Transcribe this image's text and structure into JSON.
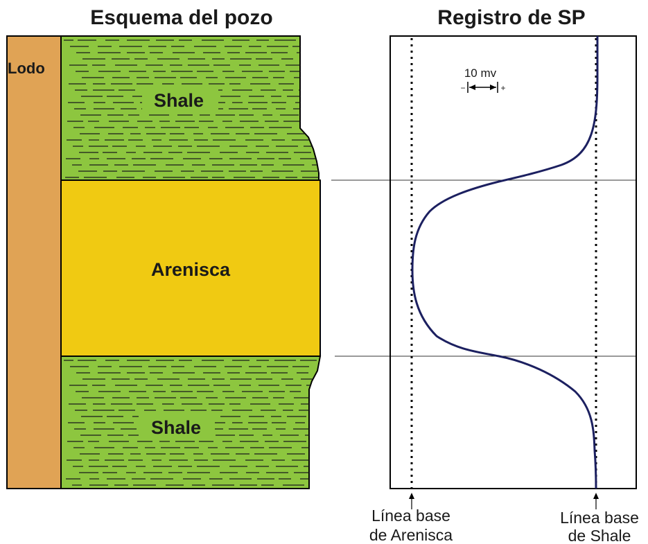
{
  "well_schematic": {
    "title": "Esquema del pozo",
    "mud_label": "Lodo",
    "upper_layer_label": "Shale",
    "middle_layer_label": "Arenisca",
    "lower_layer_label": "Shale",
    "colors": {
      "mud": "#E0A355",
      "shale": "#8DC63F",
      "sandstone": "#F0CA12"
    }
  },
  "sp_log": {
    "title": "Registro de SP",
    "scale_label": "10 mv",
    "scale_minus": "−",
    "scale_plus": "+",
    "sand_baseline_label": [
      "Línea base",
      "de Arenisca"
    ],
    "shale_baseline_label": [
      "Línea base",
      "de Shale"
    ],
    "curve_color": "#1C2060"
  }
}
